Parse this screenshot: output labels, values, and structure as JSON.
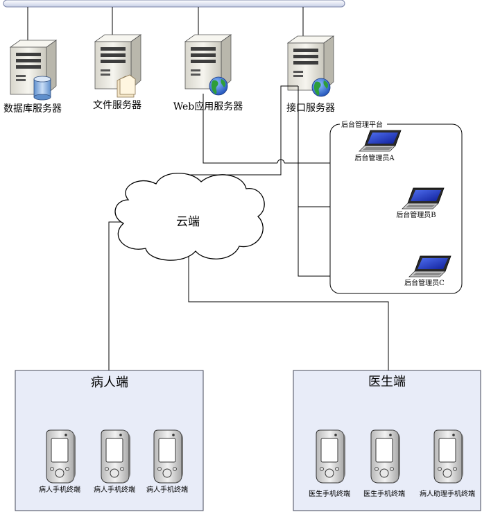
{
  "servers": [
    {
      "label": "数据库服务器",
      "icon": "database-server-icon"
    },
    {
      "label": "文件服务器",
      "icon": "file-server-icon"
    },
    {
      "label": "Web应用服务器",
      "icon": "web-server-icon"
    },
    {
      "label": "接口服务器",
      "icon": "interface-server-icon"
    }
  ],
  "cloud": {
    "label": "云端",
    "icon": "cloud-icon"
  },
  "admin_platform": {
    "title": "后台管理平台",
    "admins": [
      {
        "label": "后台管理员A",
        "icon": "laptop-icon"
      },
      {
        "label": "后台管理员B",
        "icon": "laptop-icon"
      },
      {
        "label": "后台管理员C",
        "icon": "laptop-icon"
      }
    ]
  },
  "patient_side": {
    "title": "病人端",
    "devices": [
      {
        "label": "病人手机终端",
        "icon": "phone-icon"
      },
      {
        "label": "病人手机终端",
        "icon": "phone-icon"
      },
      {
        "label": "病人手机终端",
        "icon": "phone-icon"
      }
    ]
  },
  "doctor_side": {
    "title": "医生端",
    "devices": [
      {
        "label": "医生手机终端",
        "icon": "phone-icon"
      },
      {
        "label": "医生手机终端",
        "icon": "phone-icon"
      },
      {
        "label": "病人助理手机终端",
        "icon": "phone-icon"
      }
    ]
  },
  "colors": {
    "panel_fill": "#e8ecf8",
    "panel_border": "#44485a",
    "server_body": "#efeee6",
    "screen_blue": "#1f3fd0",
    "globe_blue": "#2a6fd8",
    "globe_green": "#2e9e3a",
    "db_cylinder": "#7fa8d8"
  }
}
